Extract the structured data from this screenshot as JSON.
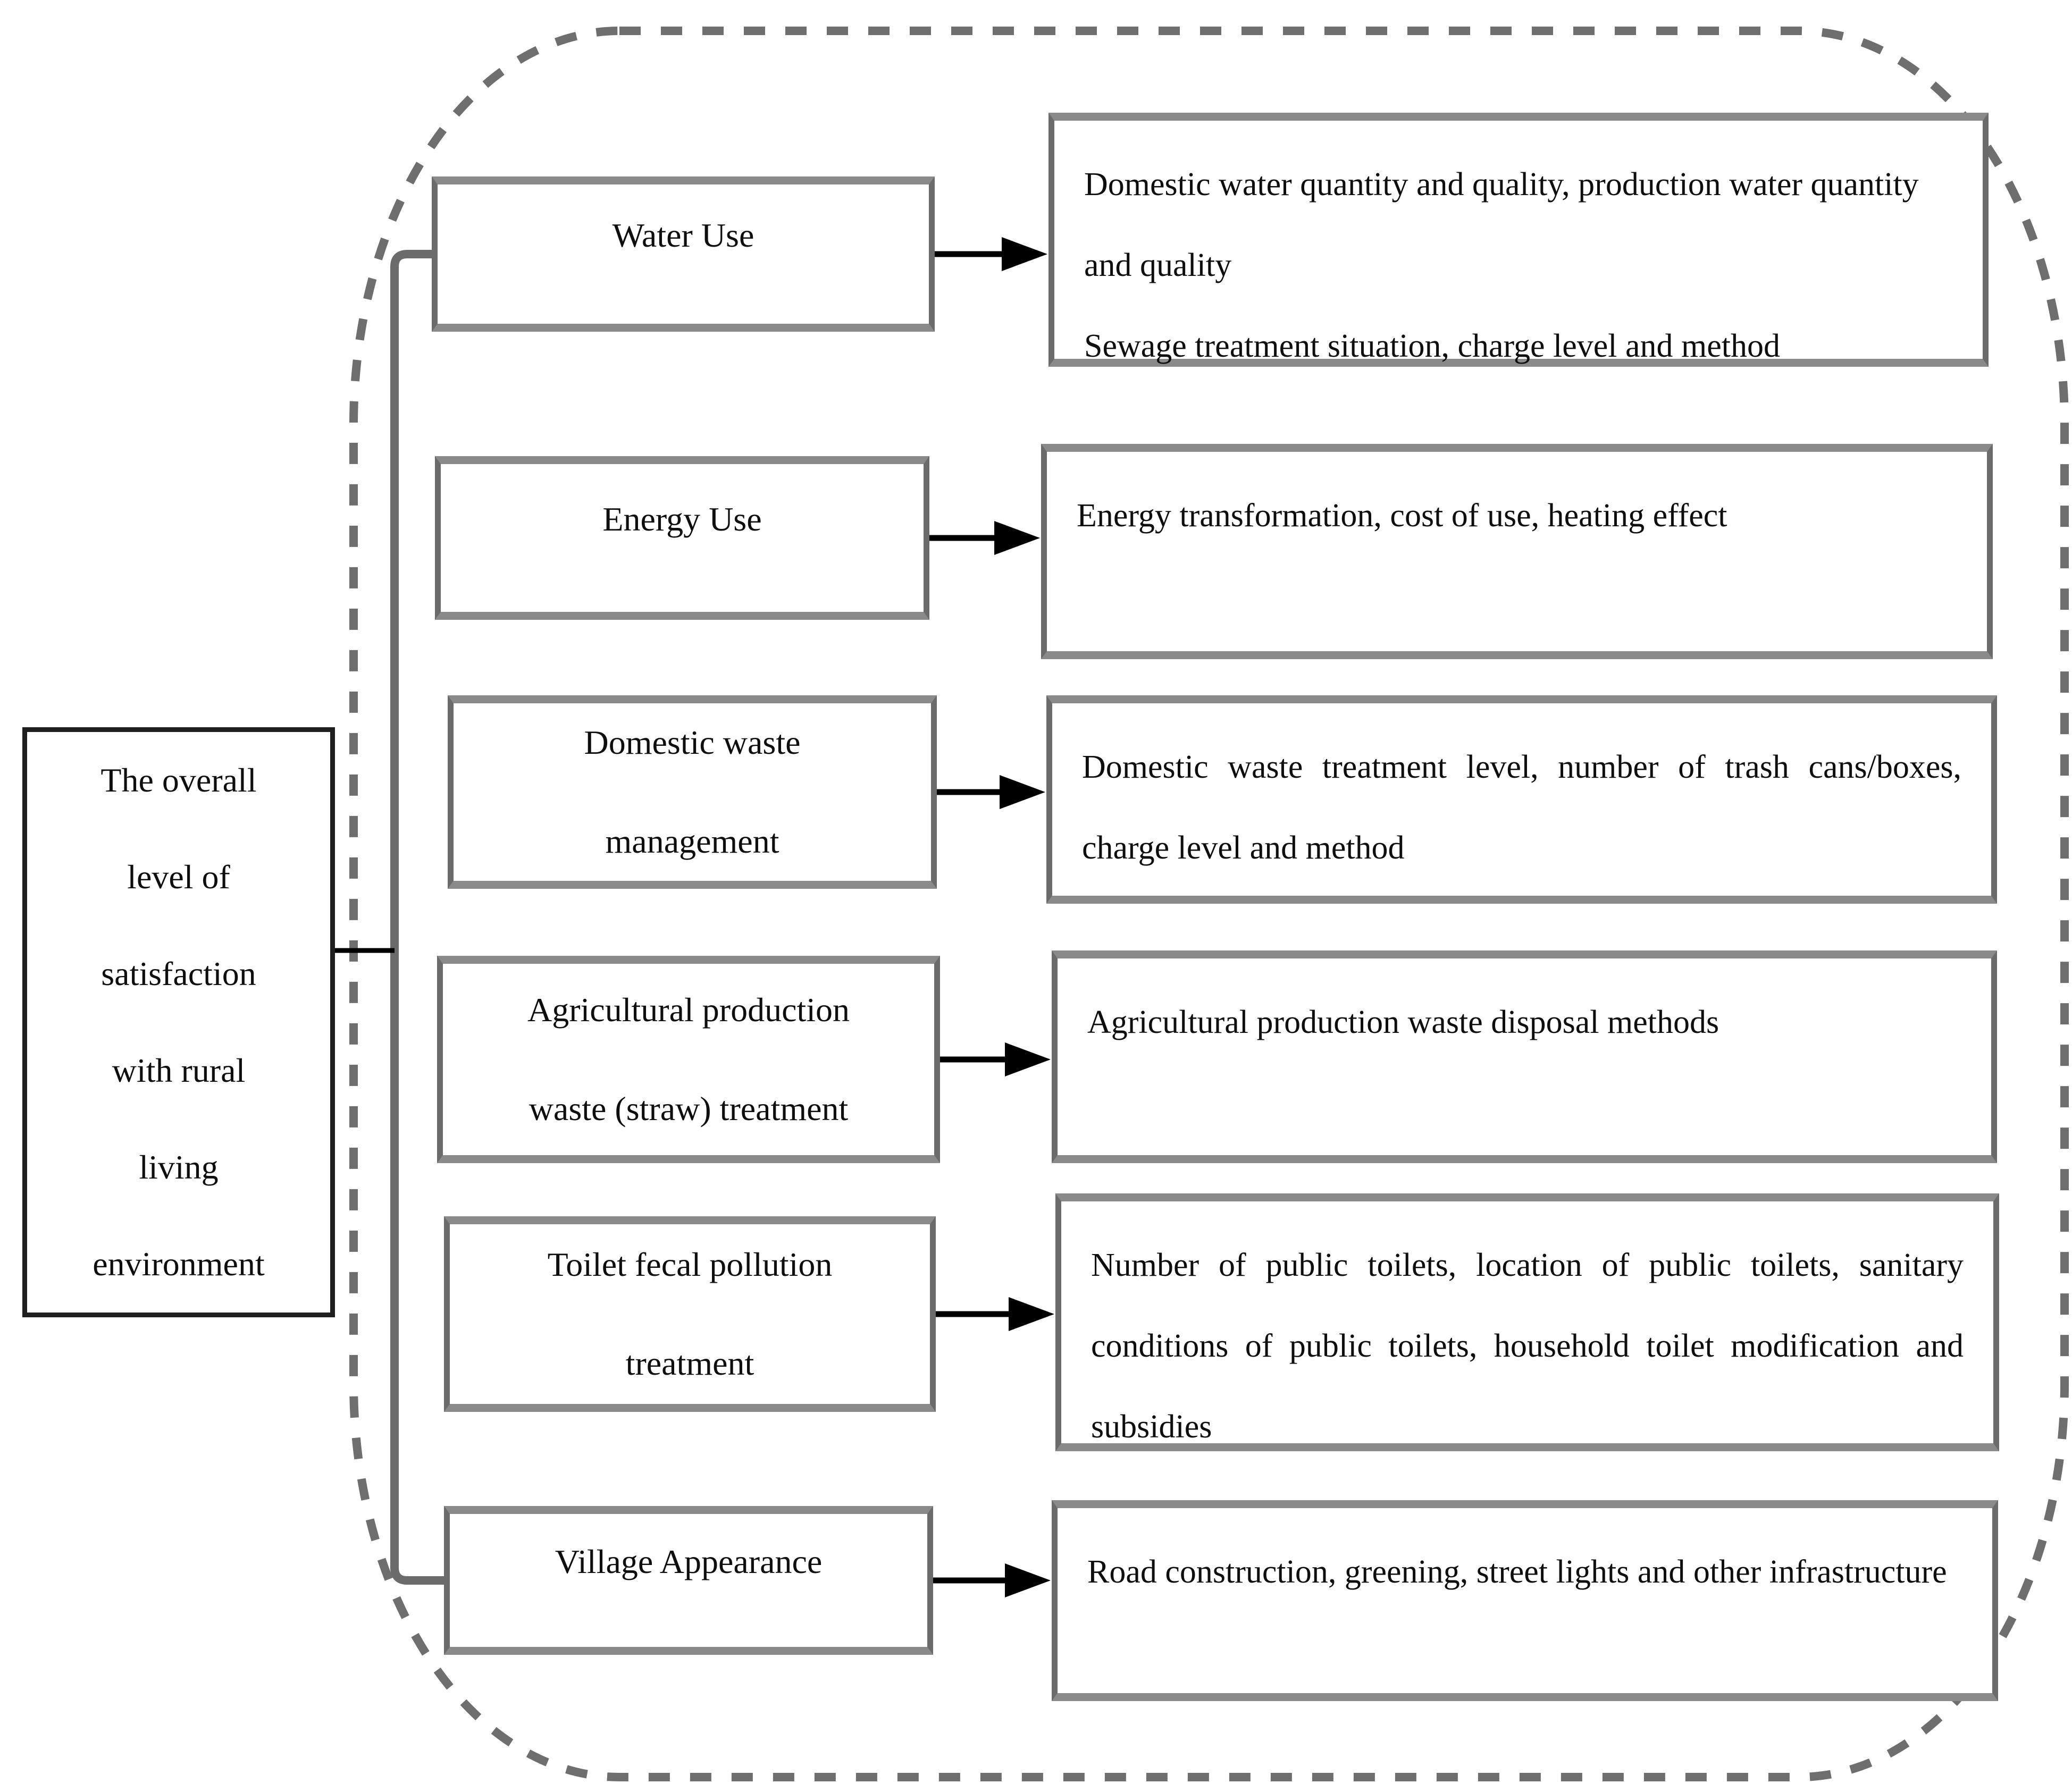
{
  "figure": {
    "title_hint": "Indicator framework of satisfaction with rural living environment",
    "root_box": {
      "full_text": "The overall level of satisfaction with rural living environment",
      "lines": [
        "The overall",
        "level of",
        "satisfaction",
        "with rural",
        "living",
        "environment"
      ]
    },
    "rows": [
      {
        "id": "water-use",
        "category_full": "Water Use",
        "category_lines": [
          "Water Use"
        ],
        "description_paragraphs": [
          "Domestic water quantity and quality, production water quantity and quality",
          "Sewage treatment situation, charge level and method"
        ]
      },
      {
        "id": "energy-use",
        "category_full": "Energy Use",
        "category_lines": [
          "Energy Use"
        ],
        "description_paragraphs": [
          "Energy transformation, cost of use, heating effect"
        ]
      },
      {
        "id": "domestic-waste-management",
        "category_full": "Domestic waste management",
        "category_lines": [
          "Domestic waste",
          "management"
        ],
        "description_paragraphs": [
          "Domestic waste treatment level, number of trash cans/boxes, charge level and method"
        ]
      },
      {
        "id": "agricultural-production-waste-treatment",
        "category_full": "Agricultural production waste (straw) treatment",
        "category_lines": [
          "Agricultural production",
          "waste (straw) treatment"
        ],
        "description_paragraphs": [
          "Agricultural production waste disposal methods"
        ]
      },
      {
        "id": "toilet-fecal-pollution-treatment",
        "category_full": "Toilet fecal pollution treatment",
        "category_lines": [
          "Toilet fecal pollution",
          "treatment"
        ],
        "description_paragraphs": [
          "Number of public toilets, location of public toilets, sanitary conditions of public toilets, household toilet modification and subsidies"
        ]
      },
      {
        "id": "village-appearance",
        "category_full": "Village Appearance",
        "category_lines": [
          "Village Appearance"
        ],
        "description_paragraphs": [
          "Road construction, greening, street lights and other infrastructure"
        ]
      }
    ],
    "colors": {
      "background": "#ffffff",
      "text": "#0e0e0e",
      "box_border": "#6b6b6b",
      "box_border_light": "#8a8a8a",
      "root_border": "#1f1f1f",
      "dashed_border": "#6e6e6e",
      "spine": "#6b6b6b",
      "connector": "#000000"
    }
  }
}
